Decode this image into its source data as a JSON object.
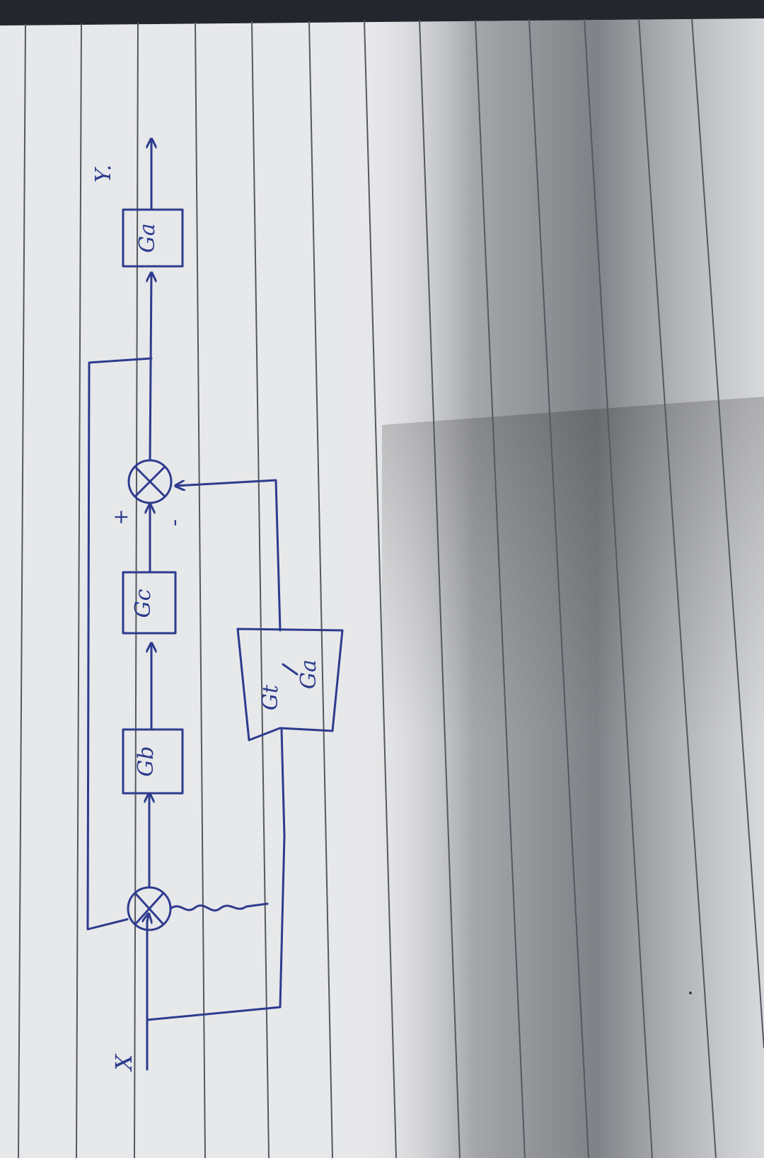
{
  "diagram": {
    "input_label": "X",
    "output_label": "Y.",
    "blocks": {
      "gb": "Gb",
      "gc": "Gc",
      "ga": "Ga",
      "feedforward_num": "Gt",
      "feedforward_den": "Ga"
    },
    "summing_junction_signs": {
      "plus": "+",
      "minus": "-"
    }
  },
  "colors": {
    "ink": "#2e3b8e",
    "paper": "#e9eaec",
    "ruled_line": "#5a5d63",
    "shadow": "#7c7f85"
  }
}
